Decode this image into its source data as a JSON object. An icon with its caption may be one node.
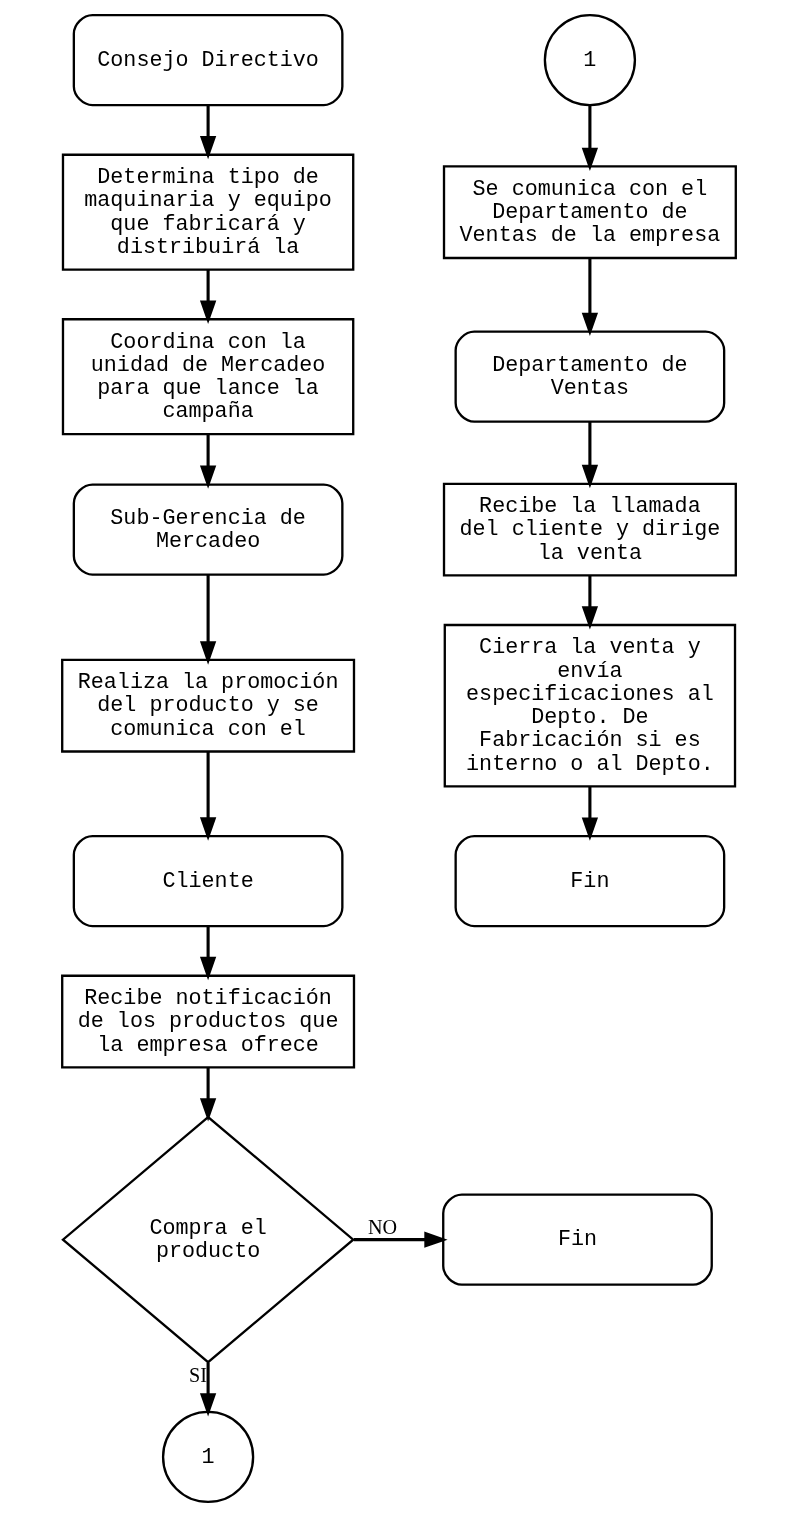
{
  "diagram": {
    "nodes": [
      {
        "text": [
          "Consejo Directivo"
        ]
      },
      {
        "text": [
          "Determina tipo de maquinaria y equipo que fabricará y distribuirá la"
        ]
      },
      {
        "text": [
          "Coordina con la unidad de Mercadeo para que lance la campaña"
        ]
      },
      {
        "text": [
          "Sub-Gerencia de Mercadeo"
        ]
      },
      {
        "text": [
          "Realiza la promoción del producto y se comunica con el"
        ]
      },
      {
        "text": [
          "Cliente"
        ]
      },
      {
        "text": [
          "Recibe notificación de los productos que la empresa ofrece"
        ]
      },
      {
        "text": [
          "Compra el producto"
        ]
      },
      {
        "text": [
          "Fin"
        ]
      },
      {
        "text": [
          "1"
        ]
      },
      {
        "text": [
          "1"
        ]
      },
      {
        "text": [
          "Se comunica con el Departamento de Ventas de la empresa"
        ]
      },
      {
        "text": [
          "Departamento de Ventas"
        ]
      },
      {
        "text": [
          "Recibe la llamada del cliente y dirige la venta"
        ]
      },
      {
        "text": [
          "Cierra la venta y envía especificaciones al Depto. De Fabricación si es interno o al Depto."
        ]
      },
      {
        "text": [
          "Fin"
        ]
      }
    ],
    "edges": [
      {
        "from": 0,
        "to": 1,
        "arrow": "to"
      },
      {
        "from": 1,
        "to": 2,
        "arrow": "to"
      },
      {
        "from": 2,
        "to": 3,
        "arrow": "to"
      },
      {
        "from": 3,
        "to": 4,
        "arrow": "to"
      },
      {
        "from": 4,
        "to": 5,
        "arrow": "to"
      },
      {
        "from": 5,
        "to": 6,
        "arrow": "to"
      },
      {
        "from": 6,
        "to": 7,
        "arrow": "to"
      },
      {
        "from": 7,
        "to": 8,
        "arrow": "to",
        "label": "NO"
      },
      {
        "from": 7,
        "to": 9,
        "arrow": "to",
        "label": "SI"
      },
      {
        "from": 10,
        "to": 11,
        "arrow": "to"
      },
      {
        "from": 11,
        "to": 12,
        "arrow": "to"
      },
      {
        "from": 12,
        "to": 13,
        "arrow": "to"
      },
      {
        "from": 13,
        "to": 14,
        "arrow": "to"
      },
      {
        "from": 14,
        "to": 15,
        "arrow": "to"
      }
    ]
  }
}
